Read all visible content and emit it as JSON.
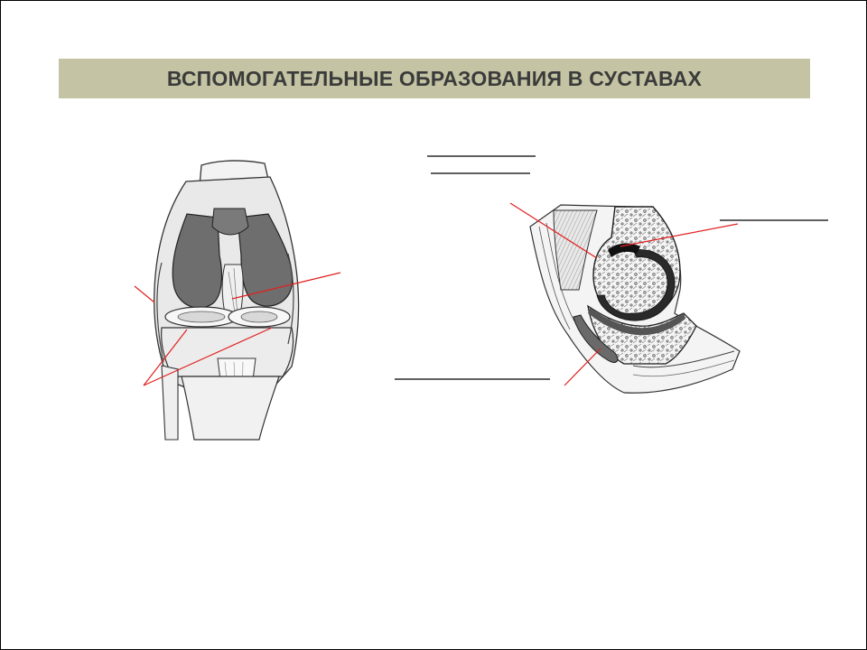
{
  "slide": {
    "title": "ВСПОМОГАТЕЛЬНЫЕ ОБРАЗОВАНИЯ В СУСТАВАХ"
  },
  "colors": {
    "title_bar": "#c4c4a4",
    "title_text": "#3b3b3b",
    "pointer_line": "#e02020",
    "blank_line": "#000000",
    "cartilage": "#707070",
    "bone": "#f2f2f2"
  },
  "figures": {
    "knee": {
      "icon": "knee-joint-illustration"
    },
    "sagittal": {
      "icon": "joint-sagittal-section-illustration"
    }
  }
}
